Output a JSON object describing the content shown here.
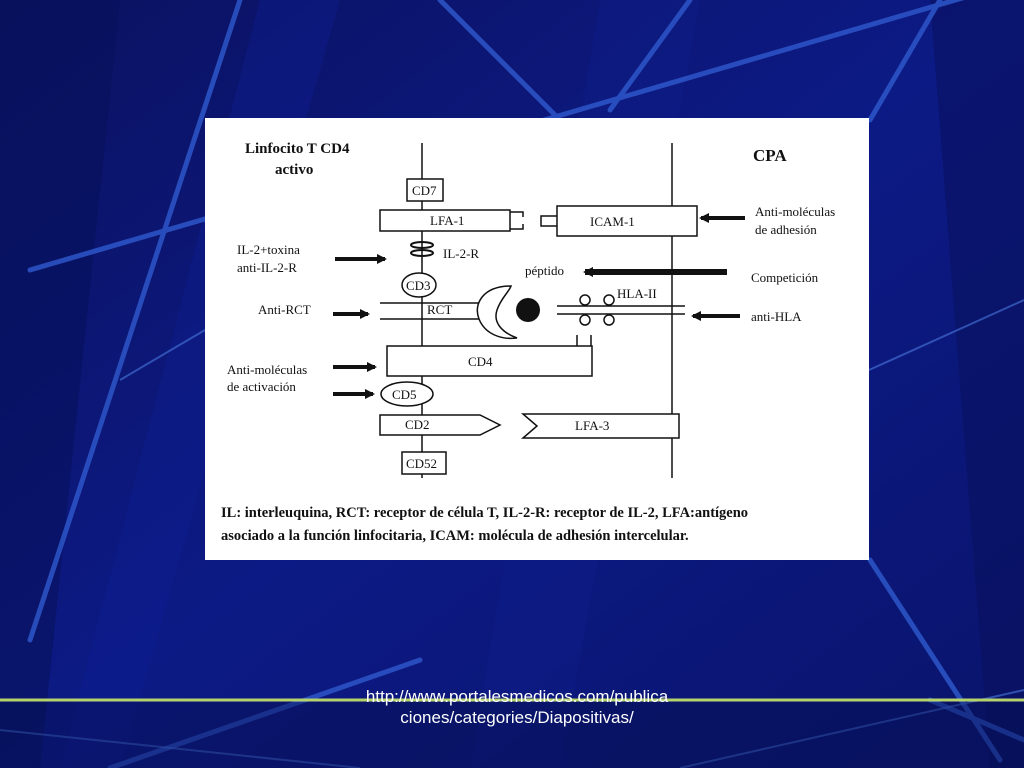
{
  "slide": {
    "background_color": "#0a1577",
    "accent_line_color": "#b6d36a",
    "source_url": "http://www.portalesmedicos.com/publicaciones/categories/Diapositivas/"
  },
  "diagram": {
    "t_cell_title_line1": "Linfocito T CD4",
    "t_cell_title_line2": "activo",
    "apc_title": "CPA",
    "molecules": {
      "cd7": "CD7",
      "lfa1": "LFA-1",
      "icam1": "ICAM-1",
      "il2r": "IL-2-R",
      "cd3": "CD3",
      "rct": "RCT",
      "hla2": "HLA-II",
      "cd4": "CD4",
      "cd5": "CD5",
      "cd2": "CD2",
      "lfa3": "LFA-3",
      "cd52": "CD52"
    },
    "agents": {
      "il2_toxin_line1": "IL-2+toxina",
      "il2_toxin_line2": "anti-IL-2-R",
      "anti_rct": "Anti-RCT",
      "anti_activation_line1": "Anti-moléculas",
      "anti_activation_line2": "de activación",
      "anti_adhesion_line1": "Anti-moléculas",
      "anti_adhesion_line2": "de adhesión",
      "peptide": "péptido",
      "competition": "Competición",
      "anti_hla": "anti-HLA"
    },
    "caption_line1": "IL: interleuquina, RCT: receptor de célula T, IL-2-R: receptor de IL-2, LFA:antígeno",
    "caption_line2": "asociado a la función linfocitaria, ICAM: molécula de adhesión intercelular."
  }
}
